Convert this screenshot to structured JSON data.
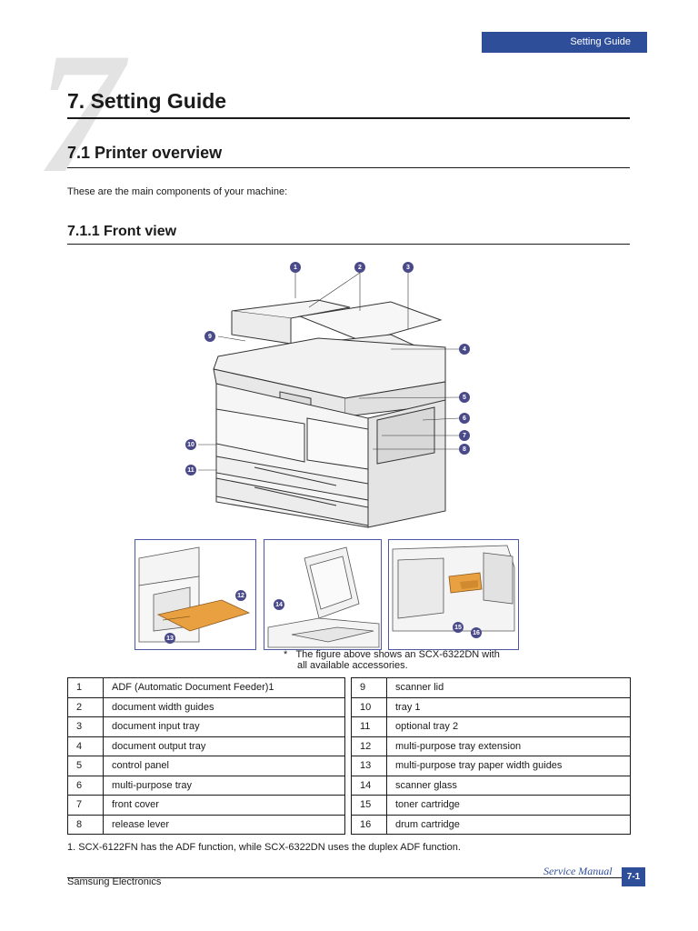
{
  "header": {
    "section_tab": "Setting Guide"
  },
  "chapter": {
    "number": "7",
    "title": "7. Setting Guide"
  },
  "section": {
    "title": "7.1 Printer overview",
    "intro": "These are the main components of your machine:"
  },
  "subsection": {
    "title": "7.1.1 Front view"
  },
  "figure": {
    "callouts": [
      "1",
      "2",
      "3",
      "4",
      "5",
      "6",
      "7",
      "8",
      "9",
      "10",
      "11",
      "12",
      "13",
      "14",
      "15",
      "16"
    ],
    "note_line1": "The figure above shows an SCX-6322DN with",
    "note_line2": "all available accessories.",
    "note_mark": "*"
  },
  "parts_left": [
    {
      "num": "1",
      "name": "ADF (Automatic Document Feeder)1"
    },
    {
      "num": "2",
      "name": "document width guides"
    },
    {
      "num": "3",
      "name": "document input tray"
    },
    {
      "num": "4",
      "name": "document output tray"
    },
    {
      "num": "5",
      "name": "control panel"
    },
    {
      "num": "6",
      "name": "multi-purpose tray"
    },
    {
      "num": "7",
      "name": "front cover"
    },
    {
      "num": "8",
      "name": "release lever"
    }
  ],
  "parts_right": [
    {
      "num": "9",
      "name": "scanner lid"
    },
    {
      "num": "10",
      "name": "tray 1"
    },
    {
      "num": "11",
      "name": "optional tray 2"
    },
    {
      "num": "12",
      "name": "multi-purpose tray extension"
    },
    {
      "num": "13",
      "name": "multi-purpose tray paper width guides"
    },
    {
      "num": "14",
      "name": "scanner glass"
    },
    {
      "num": "15",
      "name": "toner cartridge"
    },
    {
      "num": "16",
      "name": "drum cartridge"
    }
  ],
  "footnote": "1. SCX-6122FN has the ADF function, while SCX-6322DN uses the duplex ADF function.",
  "footer": {
    "manual": "Service Manual",
    "company": "Samsung Electronics",
    "page": "7-1"
  },
  "colors": {
    "accent": "#2f4e9a",
    "callout": "#4a4a8a",
    "toner": "#e8a040"
  }
}
